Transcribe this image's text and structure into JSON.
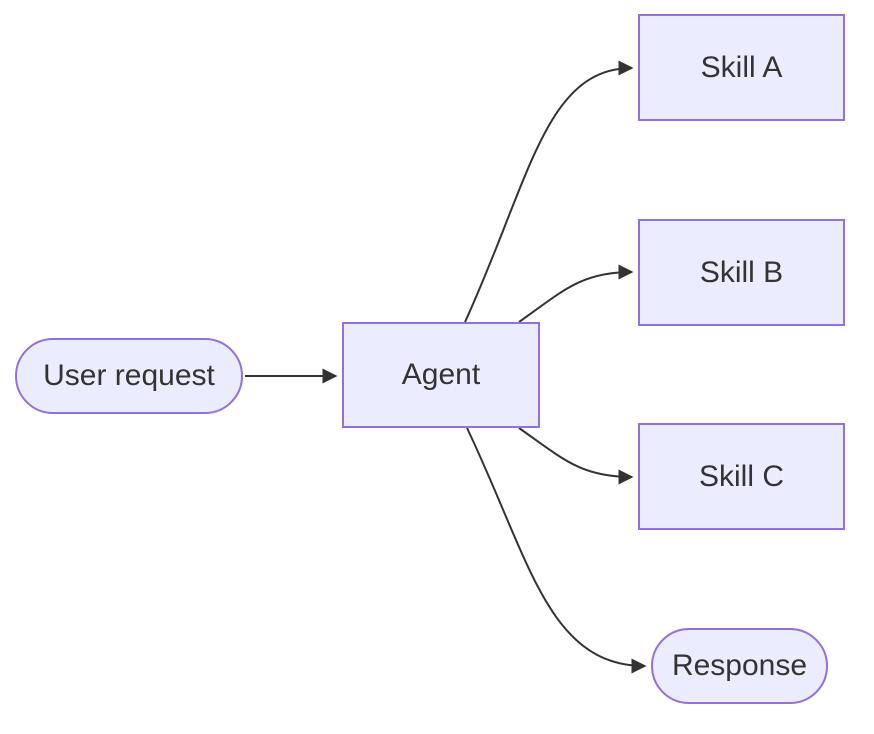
{
  "diagram": {
    "type": "flowchart",
    "direction": "left-to-right",
    "nodes": [
      {
        "id": "user_request",
        "label": "User request",
        "shape": "stadium"
      },
      {
        "id": "agent",
        "label": "Agent",
        "shape": "rectangle"
      },
      {
        "id": "skill_a",
        "label": "Skill A",
        "shape": "rectangle"
      },
      {
        "id": "skill_b",
        "label": "Skill B",
        "shape": "rectangle"
      },
      {
        "id": "skill_c",
        "label": "Skill C",
        "shape": "rectangle"
      },
      {
        "id": "response",
        "label": "Response",
        "shape": "stadium"
      }
    ],
    "edges": [
      {
        "from": "user_request",
        "to": "agent",
        "arrow": "filled-triangle"
      },
      {
        "from": "agent",
        "to": "skill_a",
        "arrow": "filled-triangle"
      },
      {
        "from": "agent",
        "to": "skill_b",
        "arrow": "filled-triangle"
      },
      {
        "from": "agent",
        "to": "skill_c",
        "arrow": "filled-triangle"
      },
      {
        "from": "agent",
        "to": "response",
        "arrow": "filled-triangle"
      }
    ],
    "colors": {
      "node_fill": "#ECECFF",
      "node_border": "#9370DB",
      "edge_stroke": "#333333",
      "text": "#333333",
      "background": "#FFFFFF"
    }
  }
}
